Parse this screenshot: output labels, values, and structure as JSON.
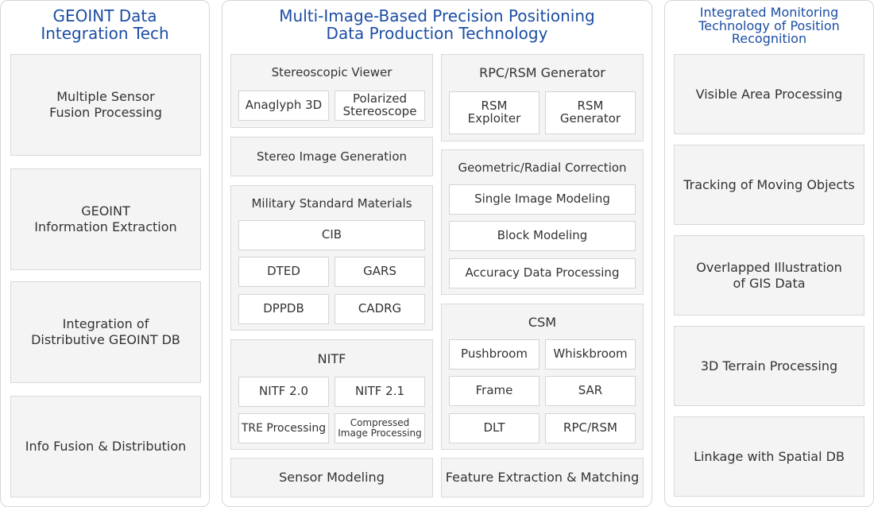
{
  "left": {
    "title": "GEOINT Data\nIntegration Tech",
    "items": [
      "Multiple Sensor\nFusion Processing",
      "GEOINT\nInformation Extraction",
      "Integration of\nDistributive GEOINT DB",
      "Info Fusion & Distribution"
    ]
  },
  "center": {
    "title": "Multi-Image-Based Precision Positioning\nData Production Technology",
    "stereo_viewer": {
      "title": "Stereoscopic Viewer",
      "items": [
        "Anaglyph 3D",
        "Polarized\nStereoscope"
      ]
    },
    "stereo_image_generation": "Stereo Image Generation",
    "military": {
      "title": "Military Standard Materials",
      "items": [
        "CIB",
        "DTED",
        "GARS",
        "DPPDB",
        "CADRG"
      ]
    },
    "nitf": {
      "title": "NITF",
      "items": [
        "NITF 2.0",
        "NITF 2.1",
        "TRE Processing",
        "Compressed\nImage Processing"
      ]
    },
    "sensor_modeling": "Sensor Modeling",
    "rpc": {
      "title": "RPC/RSM Generator",
      "items": [
        "RSM\nExploiter",
        "RSM\nGenerator"
      ]
    },
    "geometric": {
      "title": "Geometric/Radial Correction",
      "items": [
        "Single Image Modeling",
        "Block Modeling",
        "Accuracy Data Processing"
      ]
    },
    "csm": {
      "title": "CSM",
      "items": [
        "Pushbroom",
        "Whiskbroom",
        "Frame",
        "SAR",
        "DLT",
        "RPC/RSM"
      ]
    },
    "feature_extraction": "Feature Extraction & Matching"
  },
  "right": {
    "title": "Integrated Monitoring\nTechnology of Position\nRecognition",
    "items": [
      "Visible Area Processing",
      "Tracking of Moving Objects",
      "Overlapped Illustration\nof GIS Data",
      "3D Terrain Processing",
      "Linkage with Spatial DB"
    ]
  },
  "colors": {
    "title": "#1c4ea3",
    "box_fill": "#f4f4f4",
    "border": "#d9d9d9"
  }
}
